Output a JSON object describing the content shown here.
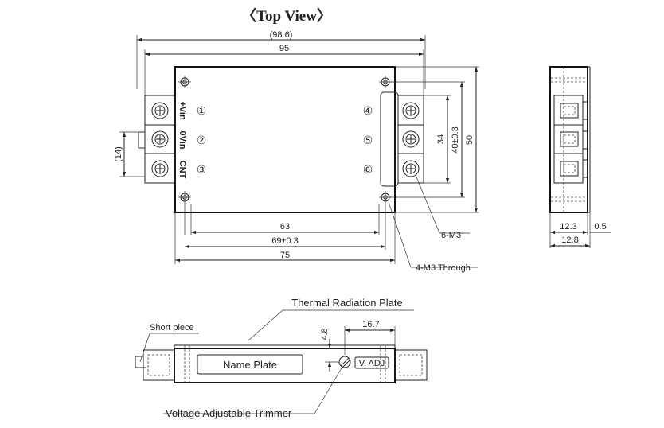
{
  "title": "〈Top View〉",
  "top_view": {
    "dimensions": {
      "overall_width": "(98.6)",
      "width": "95",
      "height_outer": "50",
      "hole_pitch_v": "40±0.3",
      "terminal_span": "34",
      "terminal_height": "(14)",
      "hole_span_h": "63",
      "hole_pitch_h": "69±0.3",
      "body_width": "75"
    },
    "pin_labels": [
      "+Vin",
      "0Vin",
      "CNT"
    ],
    "left_pin_numbers": [
      "①",
      "②",
      "③"
    ],
    "right_pin_numbers": [
      "④",
      "⑤",
      "⑥"
    ],
    "callouts": {
      "terminal_screw": "6-M3",
      "mount_hole": "4-M3 Through"
    }
  },
  "side_view": {
    "dimensions": {
      "depth": "12.3",
      "plate": "0.5",
      "total_depth": "12.8"
    }
  },
  "front_view": {
    "labels": {
      "thermal_plate": "Thermal Radiation Plate",
      "short_piece": "Short piece",
      "name_plate": "Name Plate",
      "v_adj": "V. ADJ",
      "trimmer": "Voltage Adjustable Trimmer"
    },
    "dimensions": {
      "trimmer_offset": "16.7",
      "trimmer_height": "4.8"
    }
  }
}
